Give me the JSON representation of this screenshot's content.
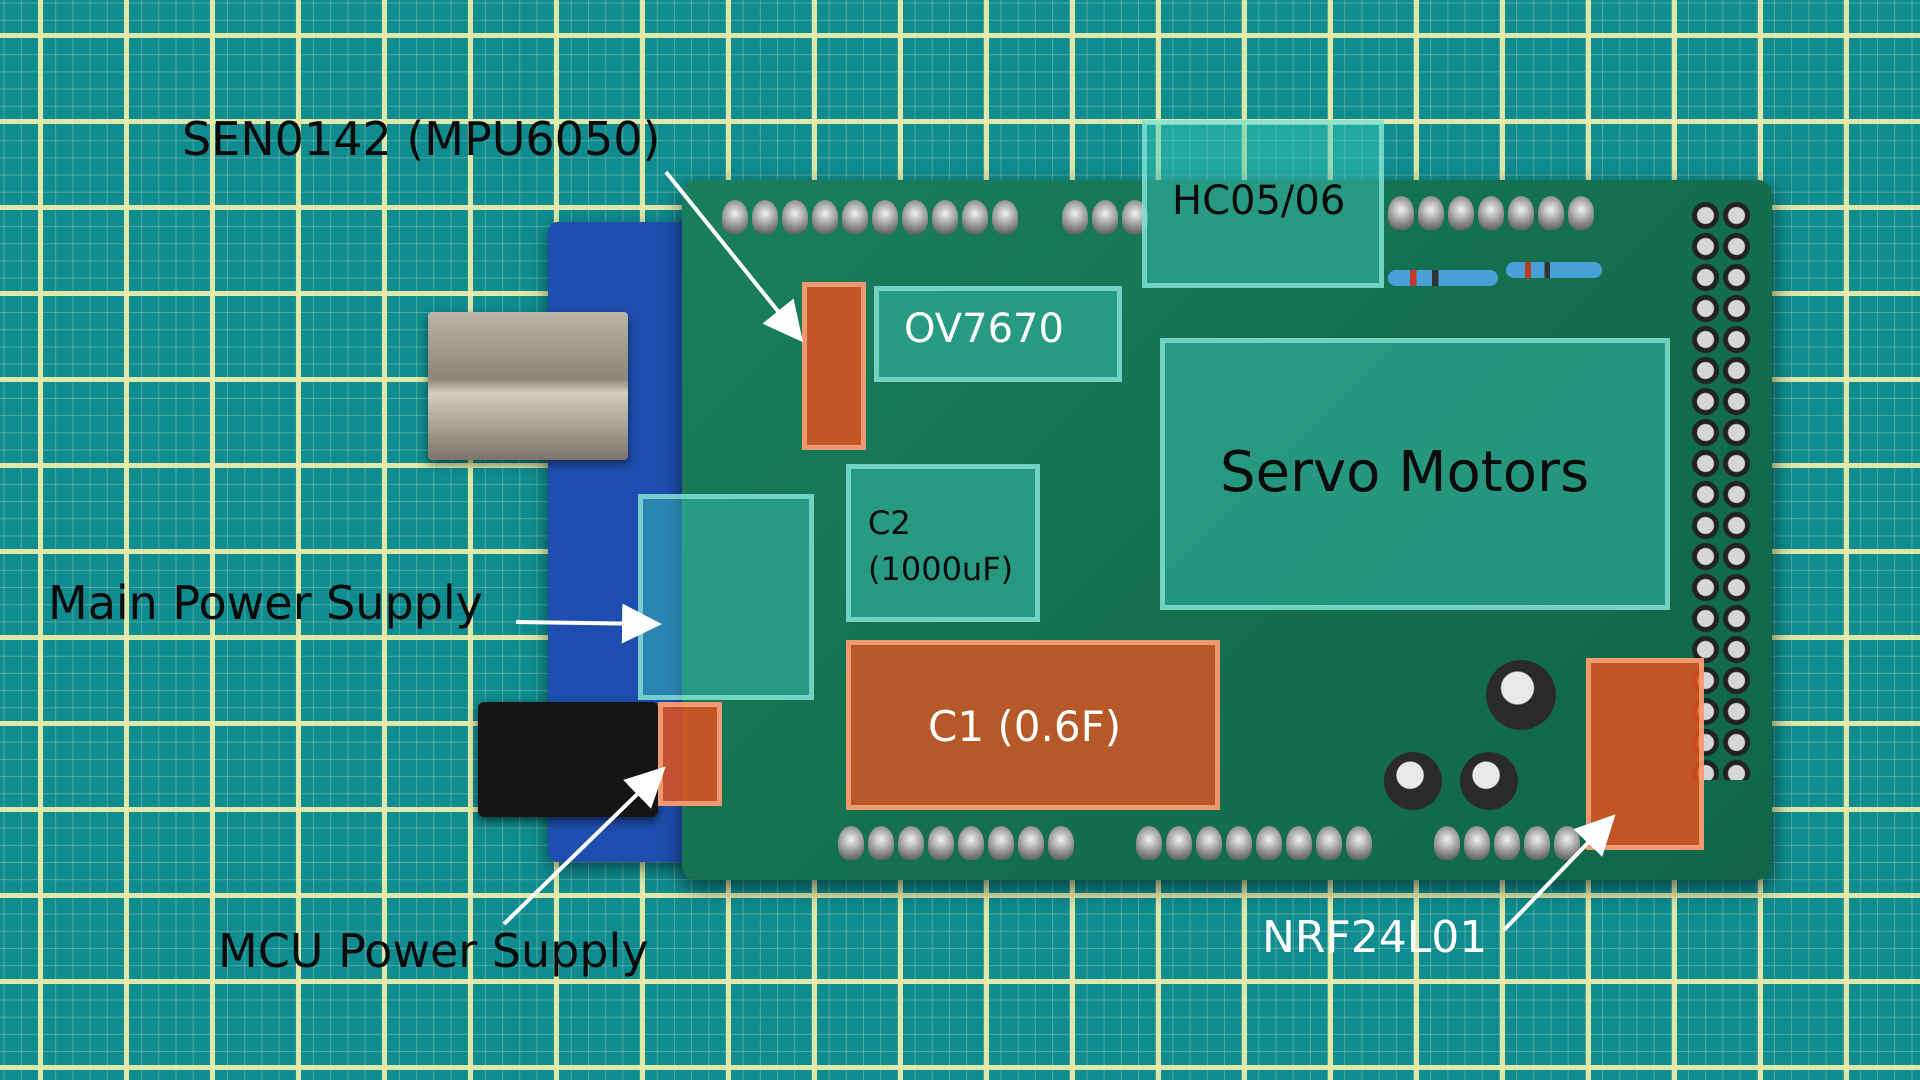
{
  "labels": {
    "sen0142": "SEN0142 (MPU6050)",
    "hc05": "HC05/06",
    "ov7670": "OV7670",
    "servo": "Servo Motors",
    "c2_line1": "C2",
    "c2_line2": "(1000uF)",
    "main_power": "Main Power Supply",
    "c1": "C1 (0.6F)",
    "mcu_power": "MCU Power Supply",
    "nrf_callout": "NRF24L01"
  },
  "colors": {
    "mat": "#0f8c8f",
    "grid": "#e8ecaa",
    "pcb": "#1a7f5f",
    "highlight_teal": "#3cc8b9",
    "highlight_orange": "#e0521e"
  }
}
